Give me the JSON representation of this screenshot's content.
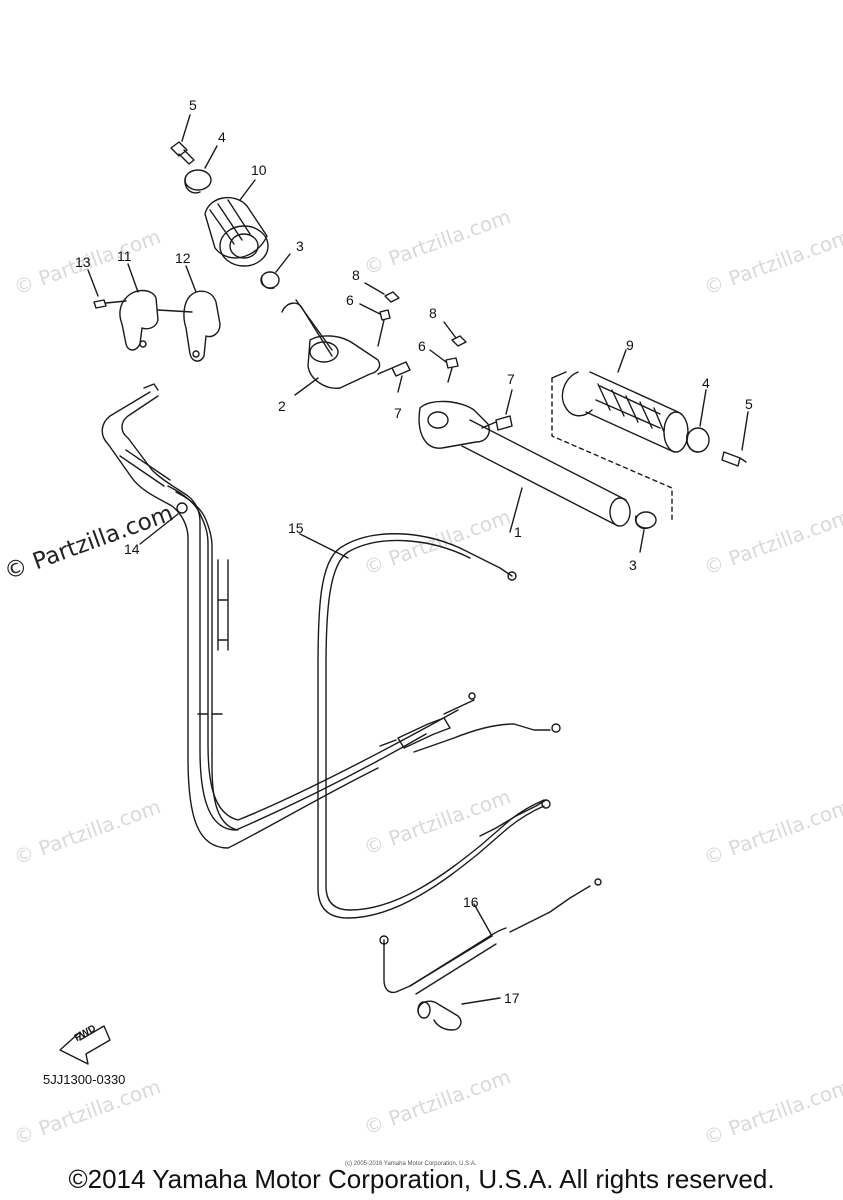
{
  "watermark": {
    "text": "© Partzilla.com",
    "bold_text": "© Partzilla.com"
  },
  "callouts": {
    "c1": "1",
    "c2": "2",
    "c3a": "3",
    "c3b": "3",
    "c4a": "4",
    "c4b": "4",
    "c5a": "5",
    "c5b": "5",
    "c6a": "6",
    "c6b": "6",
    "c7a": "7",
    "c7b": "7",
    "c8a": "8",
    "c8b": "8",
    "c9": "9",
    "c10": "10",
    "c11": "11",
    "c12": "12",
    "c13": "13",
    "c14": "14",
    "c15": "15",
    "c16": "16",
    "c17": "17"
  },
  "fwd_label": "FWD",
  "diagram_code": "5JJ1300-0330",
  "fine_print": "(c) 2005-2016 Yamaha Motor Corporation, U.S.A.",
  "copyright": "©2014 Yamaha Motor Corporation, U.S.A. All rights reserved.",
  "colors": {
    "line": "#1a1a1a",
    "watermark": "#d9d9d9",
    "background": "#ffffff"
  }
}
